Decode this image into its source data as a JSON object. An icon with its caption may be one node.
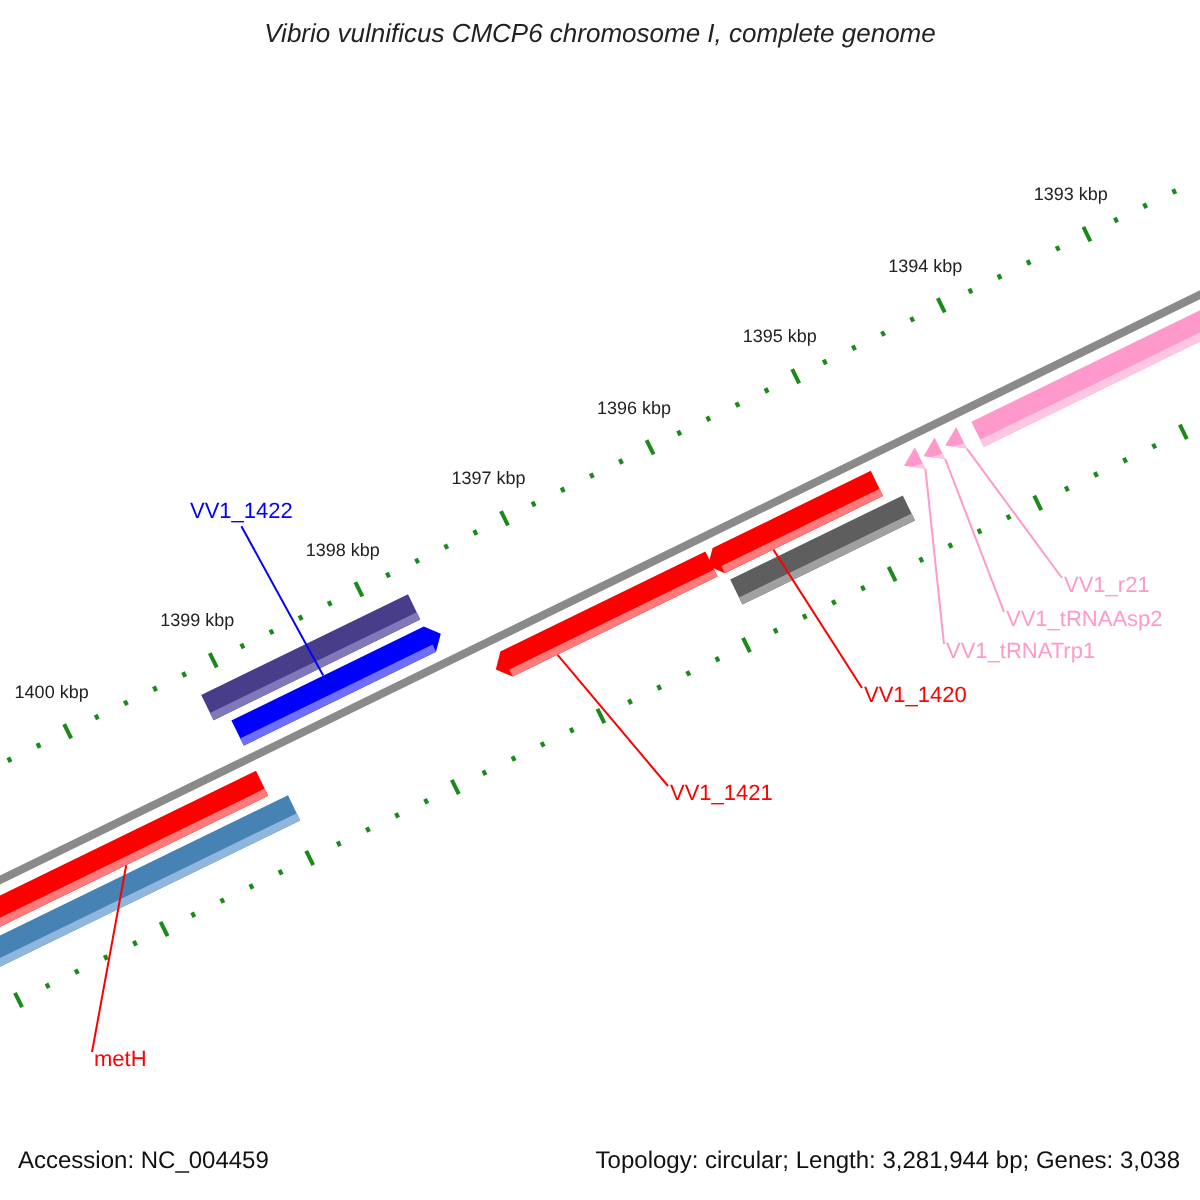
{
  "diagram": {
    "title": "Vibrio vulnificus CMCP6 chromosome I, complete genome",
    "nodes": [
      {
        "text": [
          "VV1_1422"
        ]
      },
      {
        "text": [],
        "shape": "bar"
      },
      {
        "text": [
          "VV1_r21"
        ]
      },
      {
        "text": [
          "VV1_tRNAAsp2"
        ]
      },
      {
        "text": [
          "VV1_tRNATrp1"
        ]
      },
      {
        "text": [
          "VV1_1420"
        ]
      },
      {
        "text": [
          "VV1_1421"
        ]
      },
      {
        "text": [
          "metH"
        ]
      },
      {
        "text": [],
        "shape": "triangle"
      },
      {
        "text": [],
        "shape": "triangle"
      },
      {
        "text": [],
        "shape": "triangle"
      },
      {
        "text": [],
        "shape": "bar"
      },
      {
        "text": [],
        "shape": "bar"
      },
      {
        "text": [],
        "shape": "bar"
      }
    ],
    "edges": [
      {
        "from": 0,
        "to": 1,
        "arrow": "none",
        "color": "#0000ff"
      },
      {
        "from": 2,
        "to": 10,
        "arrow": "none",
        "color": "#ff99cc"
      },
      {
        "from": 3,
        "to": 9,
        "arrow": "none",
        "color": "#ff99cc"
      },
      {
        "from": 4,
        "to": 8,
        "arrow": "none",
        "color": "#ff99cc"
      },
      {
        "from": 5,
        "to": 12,
        "arrow": "none",
        "color": "#ff0000"
      },
      {
        "from": 6,
        "to": 11,
        "arrow": "none",
        "color": "#ff0000"
      },
      {
        "from": 7,
        "to": 13,
        "arrow": "none",
        "color": "#ff0000"
      }
    ],
    "labels": [
      "1393 kbp",
      "1394 kbp",
      "1395 kbp",
      "1396 kbp",
      "1397 kbp",
      "1398 kbp",
      "1399 kbp",
      "1400 kbp",
      "Accession: NC_004459",
      "Topology: circular; Length: 3,281,944 bp; Genes: 3,038"
    ]
  }
}
